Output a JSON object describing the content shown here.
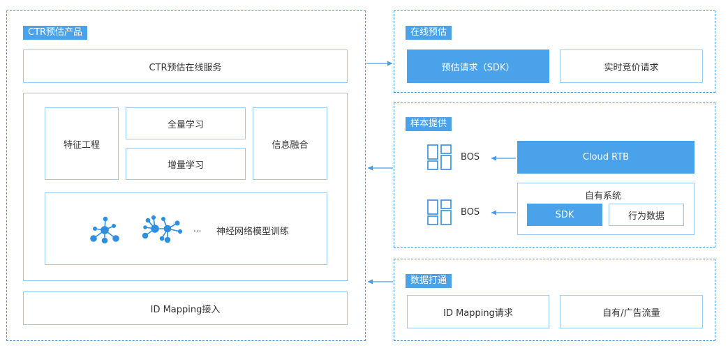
{
  "left_panel": {
    "title": "CTR预估产品",
    "online_service": "CTR预估在线服务",
    "feature_engineering": "特征工程",
    "full_learning": "全量学习",
    "incremental_learning": "增量学习",
    "info_fusion": "信息融合",
    "ellipsis": "...",
    "nn_training": "神经网络模型训练",
    "id_mapping_access": "ID Mapping接入"
  },
  "online_panel": {
    "title": "在线预估",
    "predict_request": "预估请求（SDK）",
    "rtb_request": "实时竞价请求"
  },
  "sample_panel": {
    "title": "样本提供",
    "bos_top": "BOS",
    "cloud_rtb": "Cloud RTB",
    "bos_bottom": "BOS",
    "own_system": "自有系统",
    "sdk": "SDK",
    "behavior_data": "行为数据"
  },
  "data_panel": {
    "title": "数据打通",
    "id_mapping_request": "ID Mapping请求",
    "own_ad_traffic": "自有/广告流量"
  },
  "colors": {
    "accent": "#4aa3ea",
    "border_light": "#9cc9ee",
    "dashed_border": "#4a9be0"
  }
}
